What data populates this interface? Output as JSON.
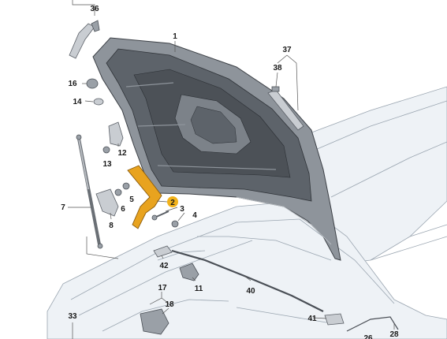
{
  "title": "",
  "colors": {
    "hood_outer": "#8e949b",
    "hood_inner": "#5d636a",
    "hinge_highlight": "#e8a31f",
    "callout_highlight": "#f2b21a",
    "body_panel": "#eef2f6",
    "line": "#9aa5b0"
  },
  "callouts": {
    "c1": "1",
    "c2": "2",
    "c3": "3",
    "c4": "4",
    "c5": "5",
    "c6": "6",
    "c7": "7",
    "c8": "8",
    "c11": "11",
    "c12": "12",
    "c13": "13",
    "c14": "14",
    "c16": "16",
    "c17": "17",
    "c18": "18",
    "c28": "28",
    "c33": "33",
    "c36": "36",
    "c37": "37",
    "c38": "38",
    "c40": "40",
    "c41": "41",
    "c42": "42",
    "c26": "26"
  },
  "highlighted_callout": "2"
}
